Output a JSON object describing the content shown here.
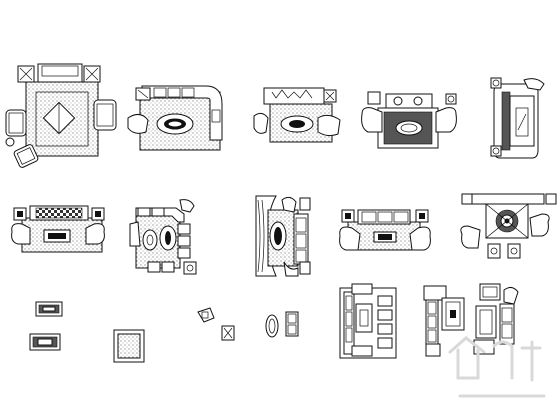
{
  "sheet": {
    "background": "#ffffff",
    "line_color": "#111111",
    "watermark_color": "#d9d9d9"
  },
  "blocks": [
    {
      "id": "set-1",
      "kind": "square sofa set with rug and armchairs"
    },
    {
      "id": "set-2",
      "kind": "L-shaped sofa with oval table"
    },
    {
      "id": "set-3",
      "kind": "sofa with oval table and armchairs"
    },
    {
      "id": "set-4",
      "kind": "sofa with curved arms and patterned rug"
    },
    {
      "id": "set-5",
      "kind": "long sofa with rectangular table"
    },
    {
      "id": "set-6",
      "kind": "sofa with checkered rug and armchairs"
    },
    {
      "id": "set-7",
      "kind": "U-shaped sofa with oval tables"
    },
    {
      "id": "set-8",
      "kind": "sofa set rotated with curtain"
    },
    {
      "id": "set-9",
      "kind": "sofa with rug and two armchairs"
    },
    {
      "id": "set-10",
      "kind": "ornate sofa with round table"
    },
    {
      "id": "rug-small-1",
      "kind": "small rug"
    },
    {
      "id": "rug-small-2",
      "kind": "small rug"
    },
    {
      "id": "rug-square",
      "kind": "square rug"
    },
    {
      "id": "chair-small",
      "kind": "chair"
    },
    {
      "id": "chair-small-2",
      "kind": "chair"
    },
    {
      "id": "oval-table",
      "kind": "oval table"
    },
    {
      "id": "loveseat",
      "kind": "loveseat"
    },
    {
      "id": "set-11",
      "kind": "sofa with table and stools"
    },
    {
      "id": "set-12",
      "kind": "sofa with table and armchairs"
    }
  ]
}
